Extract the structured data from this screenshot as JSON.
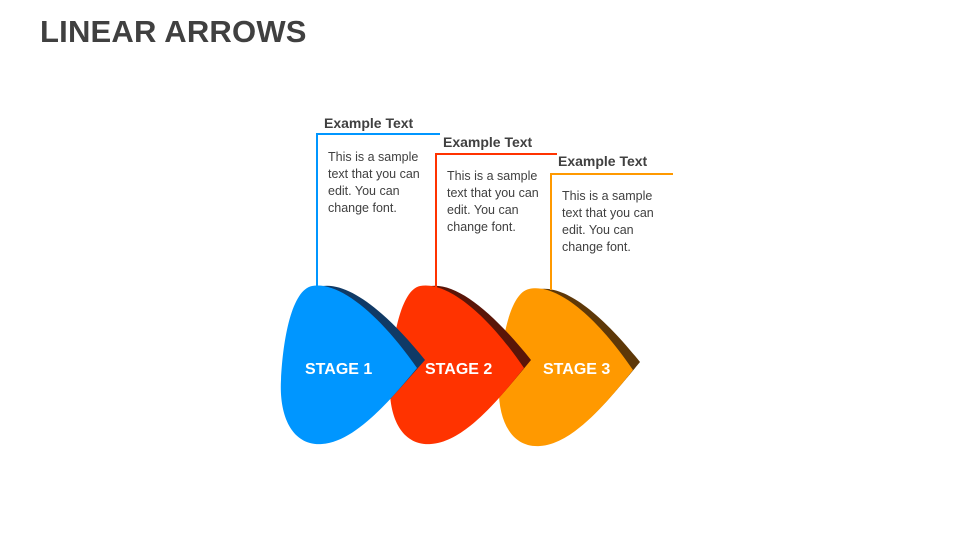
{
  "slide": {
    "title": "LINEAR ARROWS"
  },
  "stages": [
    {
      "label": "STAGE 1",
      "title": "Example Text",
      "body": "This is a sample text that you can edit. You can change font.",
      "color": "#0096FF",
      "shade": "#103A66"
    },
    {
      "label": "STAGE 2",
      "title": "Example Text",
      "body": "This is a sample text that you can edit. You can change font.",
      "color": "#FF3300",
      "shade": "#5A1508"
    },
    {
      "label": "STAGE 3",
      "title": "Example Text",
      "body": "This is a sample text that you can edit. You can change font.",
      "color": "#FF9900",
      "shade": "#5E3808"
    }
  ]
}
